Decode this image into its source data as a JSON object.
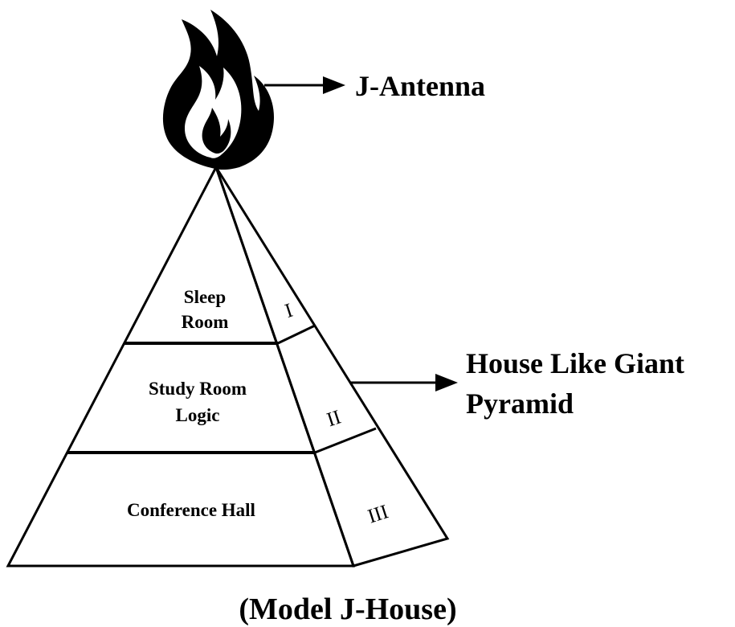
{
  "antenna_label": "J-Antenna",
  "pyramid_label": {
    "line1": "House Like Giant",
    "line2": "Pyramid"
  },
  "rooms": {
    "top": {
      "line1": "Sleep",
      "line2": "Room"
    },
    "middle": {
      "line1": "Study Room",
      "line2": "Logic"
    },
    "bottom": {
      "line1": "Conference Hall"
    }
  },
  "side_numerals": [
    "I",
    "II",
    "III"
  ],
  "caption": "(Model J-House)",
  "colors": {
    "line": "#000000",
    "fill": "#ffffff",
    "flame": "#000000"
  }
}
